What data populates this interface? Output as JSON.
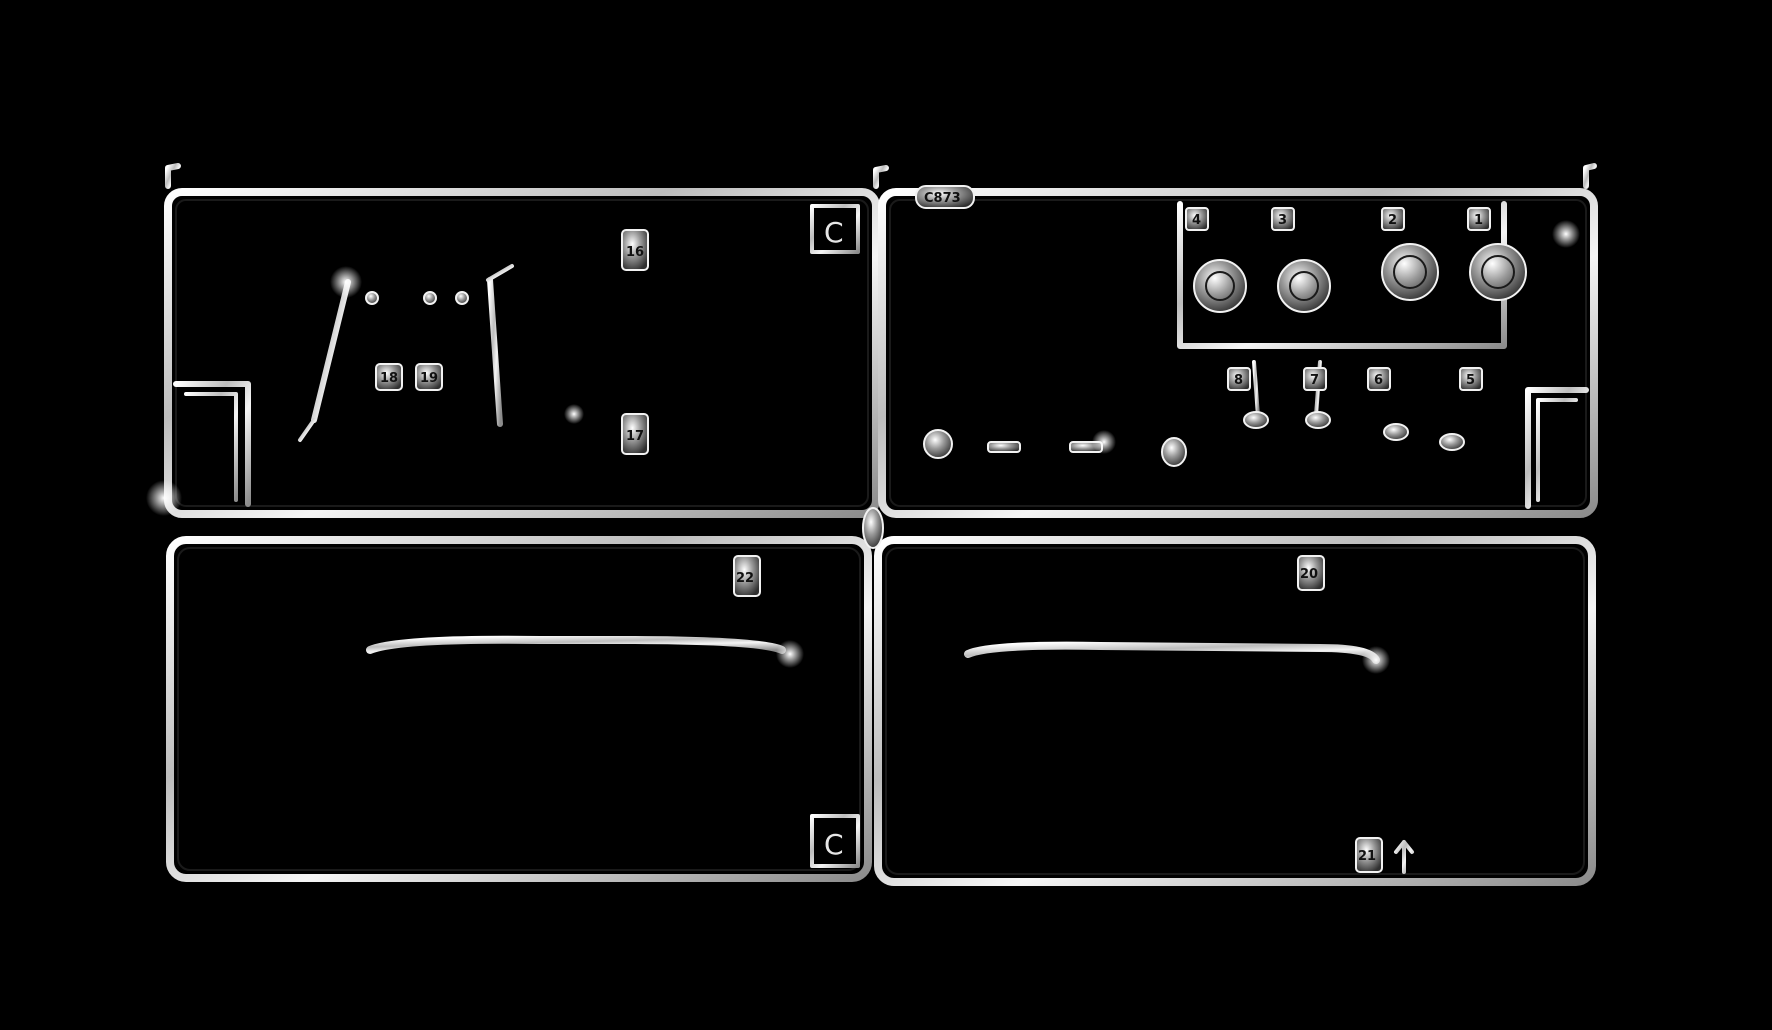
{
  "scene": {
    "background_color": "#000000",
    "chrome_color": "#e8e8e8"
  },
  "sprue": {
    "code": "C873",
    "letters": [
      "C",
      "C"
    ],
    "part_numbers": {
      "left_upper": [
        "16",
        "17",
        "18",
        "19"
      ],
      "right_upper_top": [
        "4",
        "3",
        "2",
        "1"
      ],
      "right_upper_bottom": [
        "8",
        "7",
        "6",
        "5"
      ],
      "lower_left": "22",
      "lower_right_top": "20",
      "lower_right_bottom": "21"
    }
  }
}
